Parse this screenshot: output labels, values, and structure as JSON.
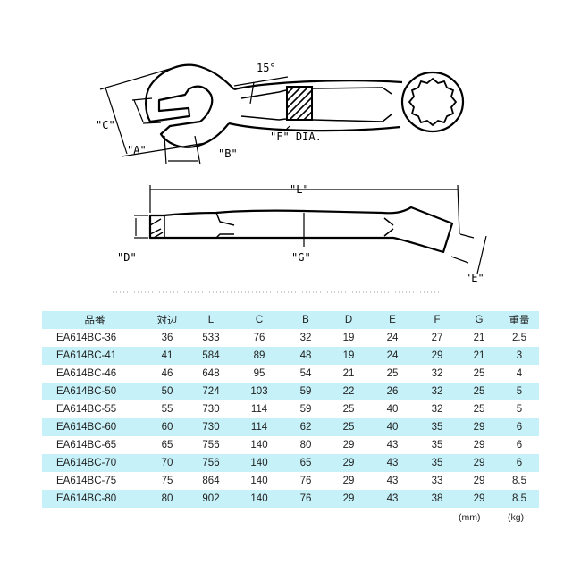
{
  "diagram": {
    "labels": {
      "angle": "15°",
      "A": "\"A\"",
      "B": "\"B\"",
      "C": "\"C\"",
      "F": "\"F\" DIA.",
      "L": "\"L\"",
      "D": "\"D\"",
      "G": "\"G\"",
      "E": "\"E\""
    }
  },
  "table": {
    "headers": [
      "品番",
      "対辺",
      "L",
      "C",
      "B",
      "D",
      "E",
      "F",
      "G",
      "重量"
    ],
    "rows": [
      [
        "EA614BC-36",
        "36",
        "533",
        "76",
        "32",
        "19",
        "24",
        "27",
        "21",
        "2.5"
      ],
      [
        "EA614BC-41",
        "41",
        "584",
        "89",
        "48",
        "19",
        "24",
        "29",
        "21",
        "3"
      ],
      [
        "EA614BC-46",
        "46",
        "648",
        "95",
        "54",
        "21",
        "25",
        "32",
        "25",
        "4"
      ],
      [
        "EA614BC-50",
        "50",
        "724",
        "103",
        "59",
        "22",
        "26",
        "32",
        "25",
        "5"
      ],
      [
        "EA614BC-55",
        "55",
        "730",
        "114",
        "59",
        "25",
        "40",
        "32",
        "25",
        "5"
      ],
      [
        "EA614BC-60",
        "60",
        "730",
        "114",
        "62",
        "25",
        "40",
        "35",
        "29",
        "6"
      ],
      [
        "EA614BC-65",
        "65",
        "756",
        "140",
        "80",
        "29",
        "43",
        "35",
        "29",
        "6"
      ],
      [
        "EA614BC-70",
        "70",
        "756",
        "140",
        "65",
        "29",
        "43",
        "35",
        "29",
        "6"
      ],
      [
        "EA614BC-75",
        "75",
        "864",
        "140",
        "76",
        "29",
        "43",
        "33",
        "29",
        "8.5"
      ],
      [
        "EA614BC-80",
        "80",
        "902",
        "140",
        "76",
        "29",
        "43",
        "38",
        "29",
        "8.5"
      ]
    ],
    "units": {
      "length": "(mm)",
      "weight": "(kg)"
    }
  }
}
